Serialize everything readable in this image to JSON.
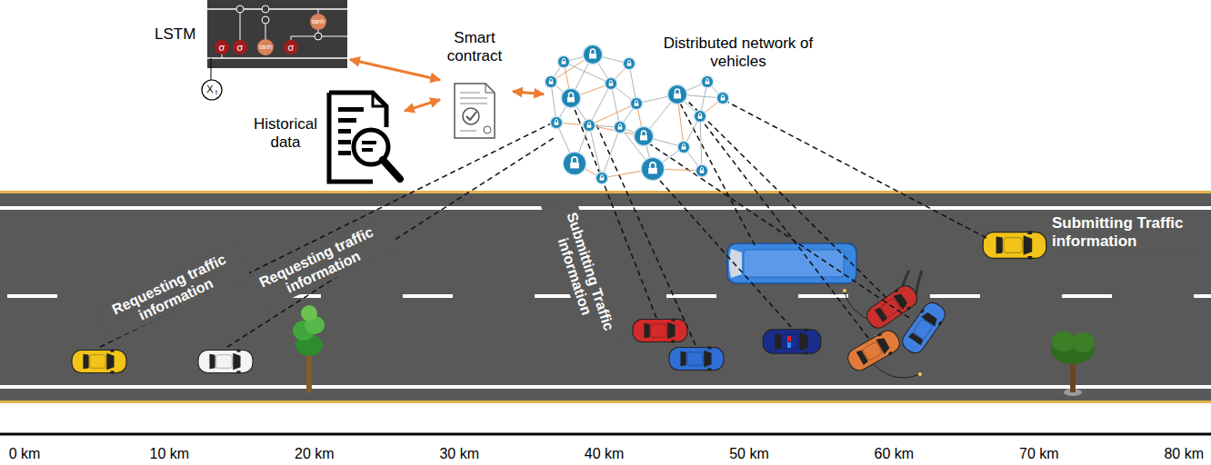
{
  "diagram": {
    "nodes": [
      {
        "text": [
          "LSTM"
        ]
      },
      {
        "text": [
          "Historical data"
        ]
      },
      {
        "text": [
          "Smart contract"
        ]
      },
      {
        "text": [
          "Distributed network of vehicles"
        ]
      }
    ],
    "edges": [
      {
        "from": 0,
        "to": 2,
        "arrow": "both"
      },
      {
        "from": 1,
        "to": 2,
        "arrow": "both"
      },
      {
        "from": 2,
        "to": 3,
        "arrow": "both"
      }
    ],
    "labels": [
      "σ",
      "σ",
      "tanh",
      "σ",
      "tanh",
      "X",
      "t",
      "Requesting traffic information",
      "Requesting traffic information",
      "Submitting Traffic information",
      "Submitting Traffic information",
      "0 km",
      "10 km",
      "20 km",
      "30 km",
      "40 km",
      "50 km",
      "60 km",
      "70 km",
      "80 km"
    ]
  }
}
